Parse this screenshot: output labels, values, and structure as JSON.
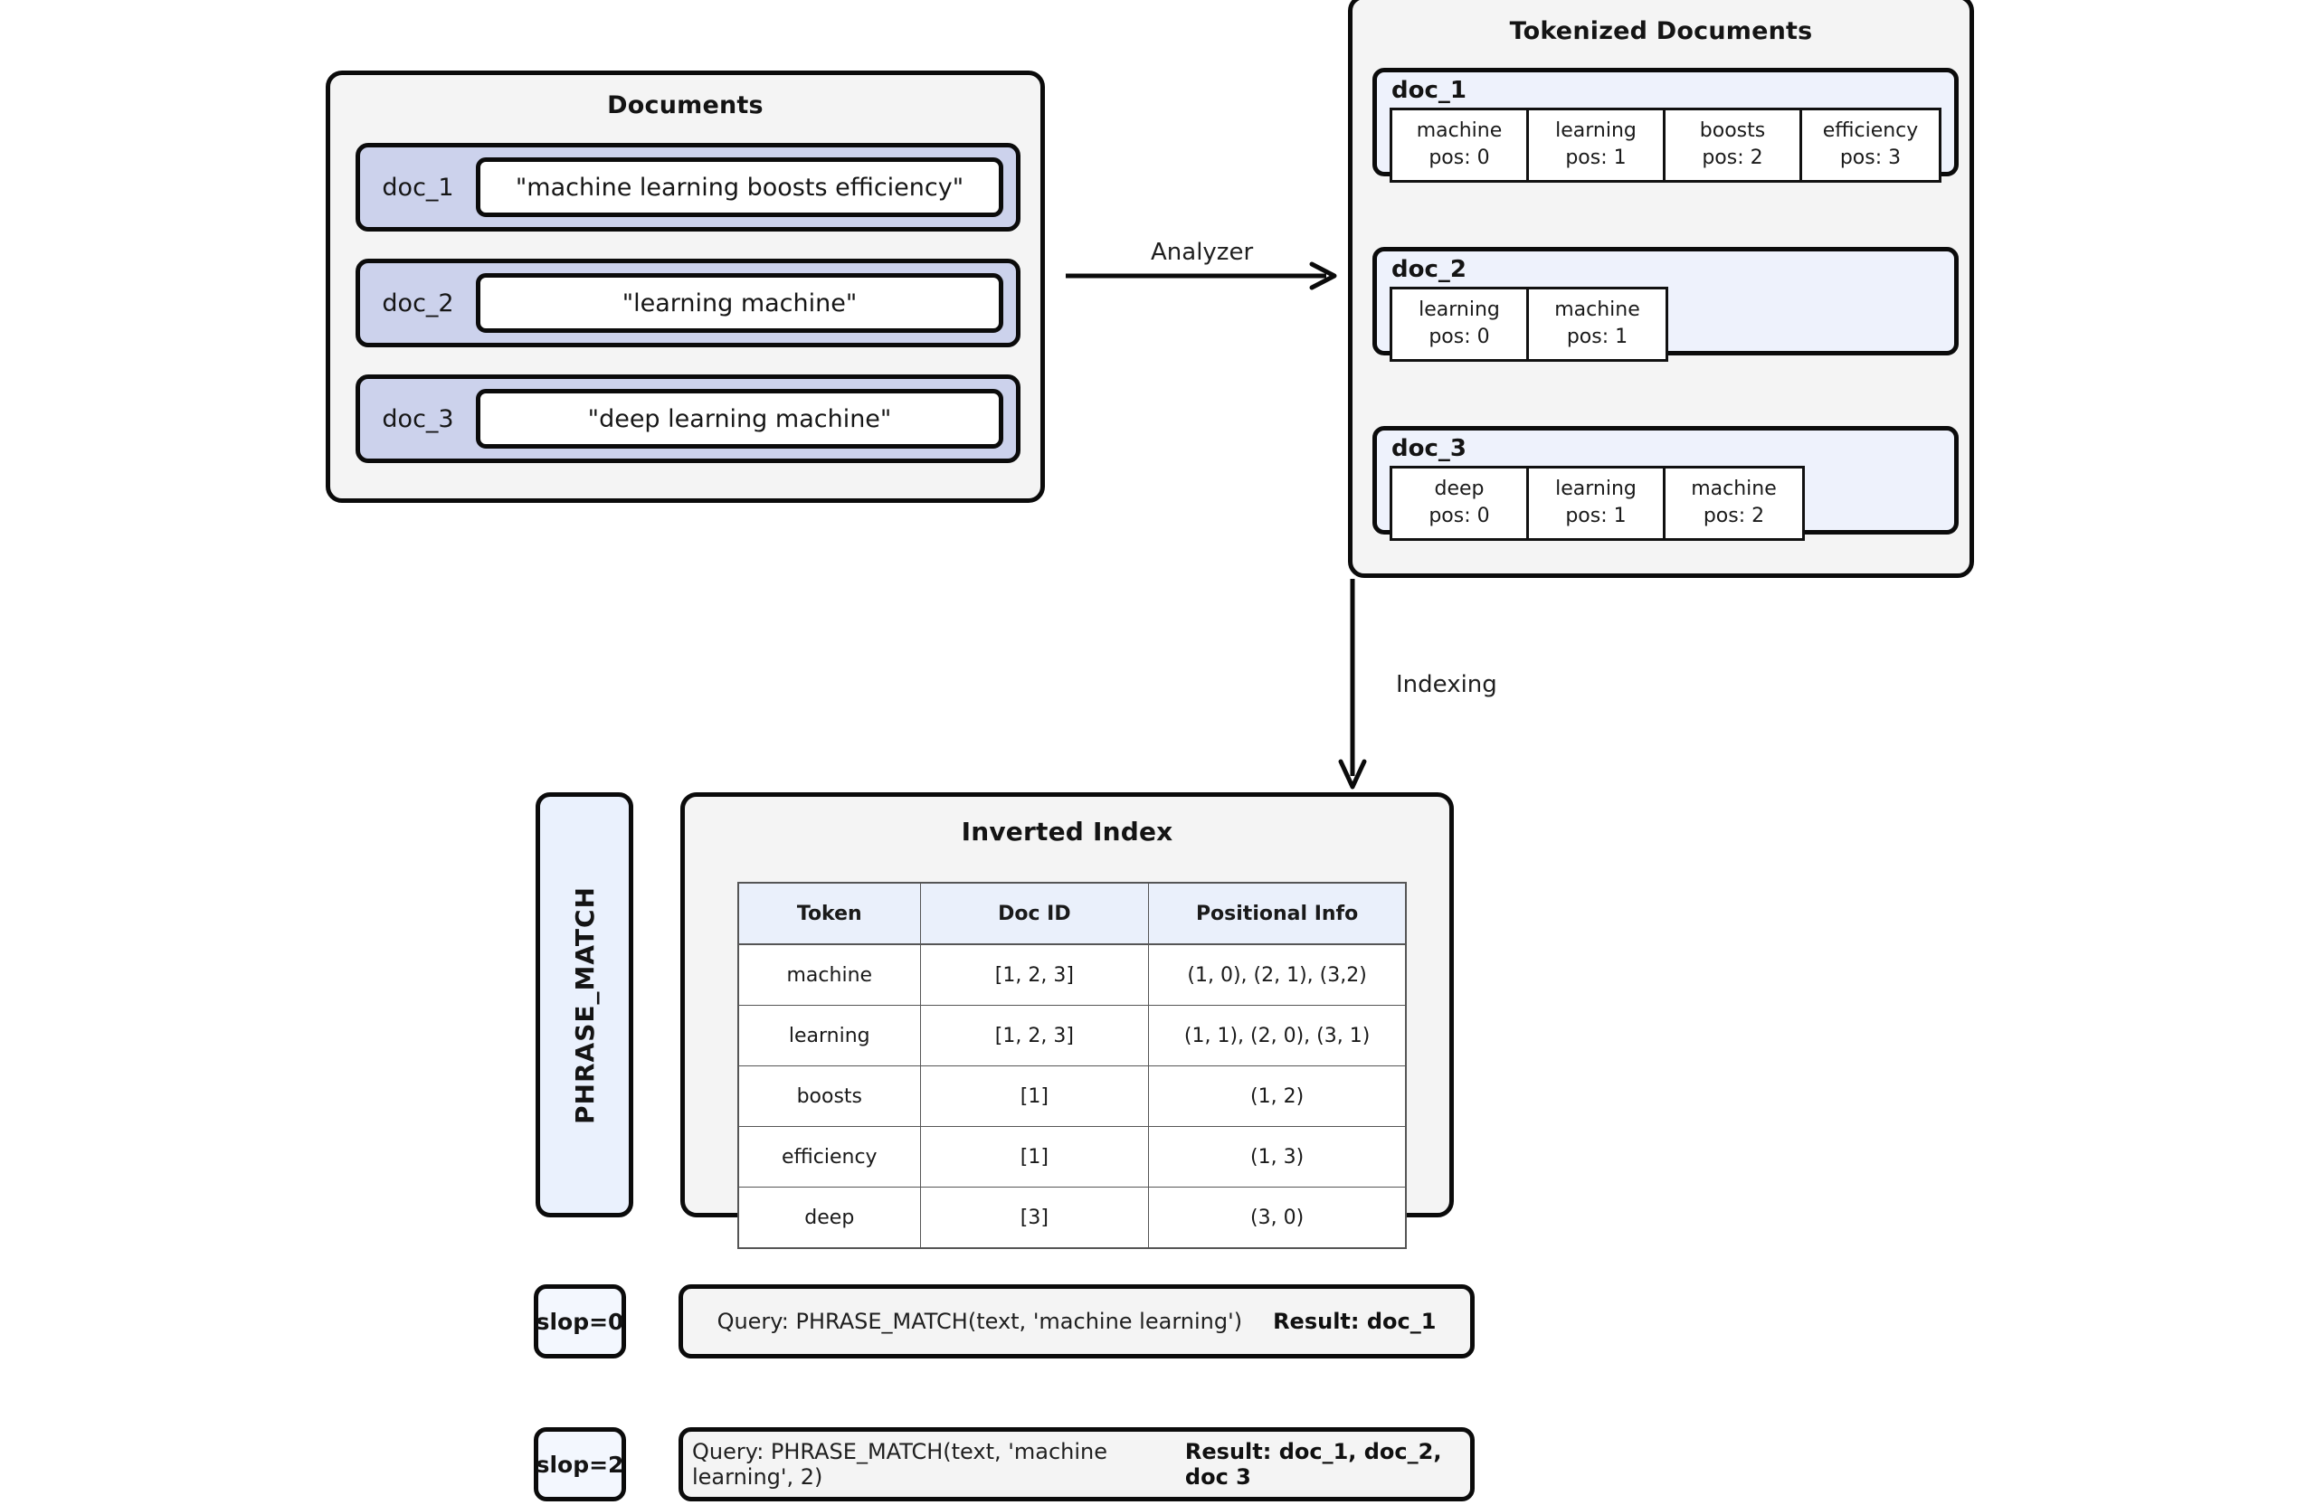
{
  "documents_panel": {
    "title": "Documents",
    "rows": [
      {
        "id": "doc_1",
        "text": "\"machine learning boosts efficiency\""
      },
      {
        "id": "doc_2",
        "text": "\"learning machine\""
      },
      {
        "id": "doc_3",
        "text": "\"deep learning machine\""
      }
    ]
  },
  "arrows": {
    "analyzer_label": "Analyzer",
    "indexing_label": "Indexing"
  },
  "tokenized_panel": {
    "title": "Tokenized Documents",
    "docs": [
      {
        "label": "doc_1",
        "tokens": [
          {
            "term": "machine",
            "pos": "pos: 0"
          },
          {
            "term": "learning",
            "pos": "pos: 1"
          },
          {
            "term": "boosts",
            "pos": "pos: 2"
          },
          {
            "term": "efficiency",
            "pos": "pos: 3"
          }
        ]
      },
      {
        "label": "doc_2",
        "tokens": [
          {
            "term": "learning",
            "pos": "pos: 0"
          },
          {
            "term": "machine",
            "pos": "pos: 1"
          }
        ]
      },
      {
        "label": "doc_3",
        "tokens": [
          {
            "term": "deep",
            "pos": "pos: 0"
          },
          {
            "term": "learning",
            "pos": "pos: 1"
          },
          {
            "term": "machine",
            "pos": "pos: 2"
          }
        ]
      }
    ]
  },
  "phrase_match_bar": {
    "label": "PHRASE_MATCH"
  },
  "inverted_index": {
    "title": "Inverted Index",
    "columns": [
      "Token",
      "Doc ID",
      "Positional Info"
    ],
    "rows": [
      {
        "token": "machine",
        "doc_id": "[1, 2, 3]",
        "positional": "(1, 0), (2, 1), (3,2)"
      },
      {
        "token": "learning",
        "doc_id": "[1, 2, 3]",
        "positional": "(1, 1), (2, 0), (3, 1)"
      },
      {
        "token": "boosts",
        "doc_id": "[1]",
        "positional": "(1, 2)"
      },
      {
        "token": "efficiency",
        "doc_id": "[1]",
        "positional": "(1, 3)"
      },
      {
        "token": "deep",
        "doc_id": "[3]",
        "positional": "(3, 0)"
      }
    ]
  },
  "examples": [
    {
      "slop": "slop=0",
      "query": "Query: PHRASE_MATCH(text, 'machine learning')",
      "result": "Result: doc_1"
    },
    {
      "slop": "slop=2",
      "query": "Query: PHRASE_MATCH(text, 'machine learning', 2)",
      "result": "Result: doc_1, doc_2, doc 3"
    }
  ],
  "colors": {
    "panel_fill": "#f4f4f4",
    "doc_row_fill": "#ccd2ec",
    "tokenized_doc_fill": "#eef2fc",
    "table_header_fill": "#eaf0fb",
    "stroke": "#0b0b0b"
  }
}
